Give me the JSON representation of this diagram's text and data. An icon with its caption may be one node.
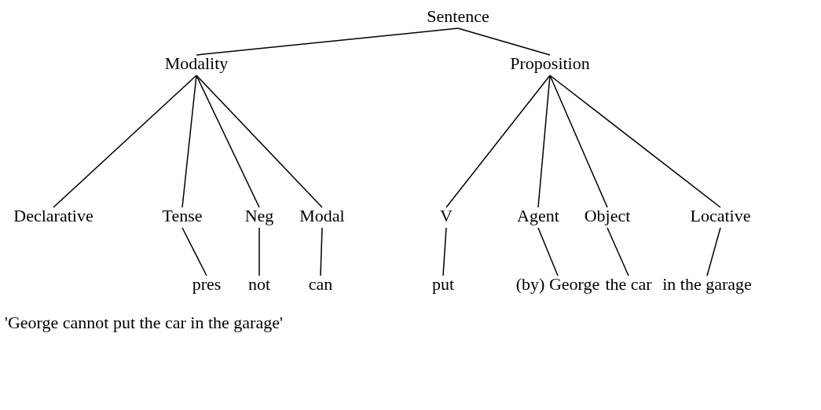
{
  "diagram": {
    "caption": "'George cannot put the car in the garage'",
    "nodes": [
      {
        "text": [
          "Sentence"
        ]
      },
      {
        "text": [
          "Modality"
        ]
      },
      {
        "text": [
          "Proposition"
        ]
      },
      {
        "text": [
          "Declarative"
        ]
      },
      {
        "text": [
          "Tense"
        ]
      },
      {
        "text": [
          "Neg"
        ]
      },
      {
        "text": [
          "Modal"
        ]
      },
      {
        "text": [
          "V"
        ]
      },
      {
        "text": [
          "Agent"
        ]
      },
      {
        "text": [
          "Object"
        ]
      },
      {
        "text": [
          "Locative"
        ]
      },
      {
        "text": [
          "pres"
        ]
      },
      {
        "text": [
          "not"
        ]
      },
      {
        "text": [
          "can"
        ]
      },
      {
        "text": [
          "put"
        ]
      },
      {
        "text": [
          "(by) George"
        ]
      },
      {
        "text": [
          "the car"
        ]
      },
      {
        "text": [
          "in the garage"
        ]
      }
    ],
    "edges": [
      {
        "from": 0,
        "to": 1,
        "arrow": "none"
      },
      {
        "from": 0,
        "to": 2,
        "arrow": "none"
      },
      {
        "from": 1,
        "to": 3,
        "arrow": "none"
      },
      {
        "from": 1,
        "to": 4,
        "arrow": "none"
      },
      {
        "from": 1,
        "to": 5,
        "arrow": "none"
      },
      {
        "from": 1,
        "to": 6,
        "arrow": "none"
      },
      {
        "from": 2,
        "to": 7,
        "arrow": "none"
      },
      {
        "from": 2,
        "to": 8,
        "arrow": "none"
      },
      {
        "from": 2,
        "to": 9,
        "arrow": "none"
      },
      {
        "from": 2,
        "to": 10,
        "arrow": "none"
      },
      {
        "from": 4,
        "to": 11,
        "arrow": "none"
      },
      {
        "from": 5,
        "to": 12,
        "arrow": "none"
      },
      {
        "from": 6,
        "to": 13,
        "arrow": "none"
      },
      {
        "from": 7,
        "to": 14,
        "arrow": "none"
      },
      {
        "from": 8,
        "to": 15,
        "arrow": "none"
      },
      {
        "from": 9,
        "to": 16,
        "arrow": "none"
      },
      {
        "from": 10,
        "to": 17,
        "arrow": "none"
      }
    ]
  }
}
